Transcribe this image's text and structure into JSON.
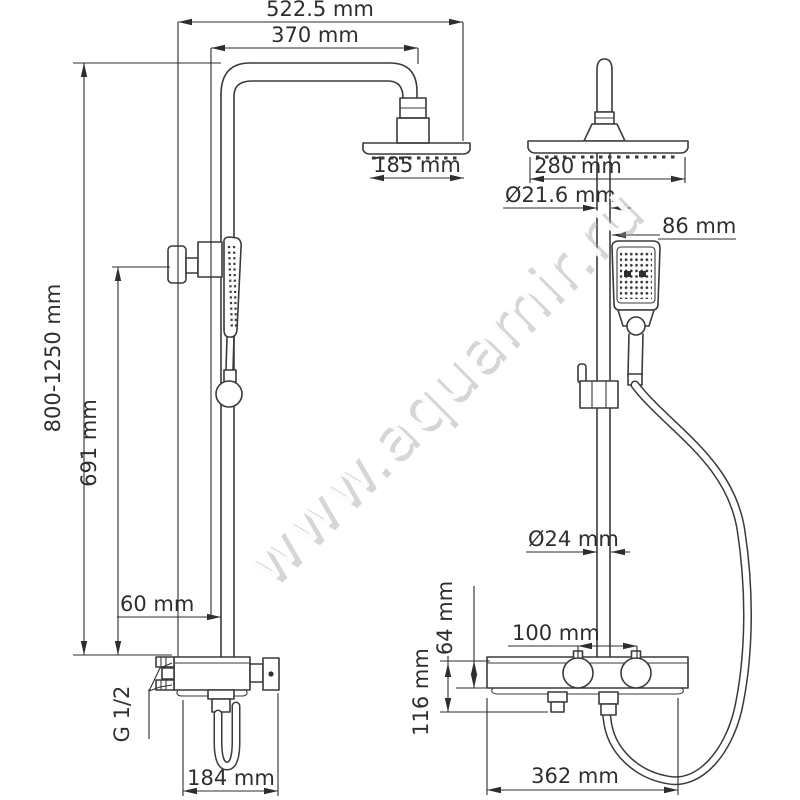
{
  "watermark": "www.aquamir.ru",
  "left_view": {
    "top_width_label": "522.5 mm",
    "arm_width_label": "370 mm",
    "head_width_label": "185 mm",
    "total_height_label": "800-1250 mm",
    "rail_height_label": "691 mm",
    "offset_label": "60 mm",
    "thread_label": "G 1/2",
    "base_width_label": "184 mm"
  },
  "right_view": {
    "head_width_label": "280 mm",
    "top_pipe_diameter_label": "Ø21.6 mm",
    "handset_offset_label": "86 mm",
    "riser_diameter_label": "Ø24 mm",
    "handle_spacing_label": "100 mm",
    "body_height_label": "64 mm",
    "body_total_height_label": "116 mm",
    "body_width_label": "362 mm"
  }
}
